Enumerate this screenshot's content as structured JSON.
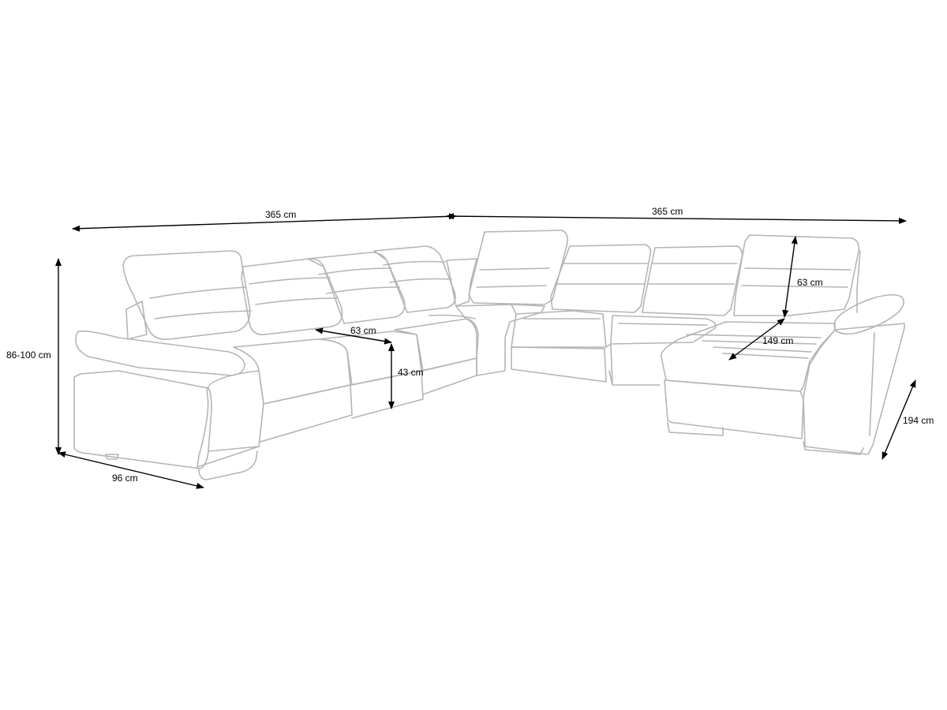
{
  "diagram": {
    "subject": "U-shaped corner sofa line drawing with dimensions",
    "line_color": "#b5b5b5",
    "arrow_color": "#000000",
    "dimensions": {
      "top_left_width": "365 cm",
      "top_right_width": "365 cm",
      "height": "86-100 cm",
      "depth_left": "96 cm",
      "seat_depth": "63 cm",
      "seat_height": "43 cm",
      "backrest_height": "63 cm",
      "chaise_length": "149 cm",
      "right_depth": "194 cm"
    }
  }
}
